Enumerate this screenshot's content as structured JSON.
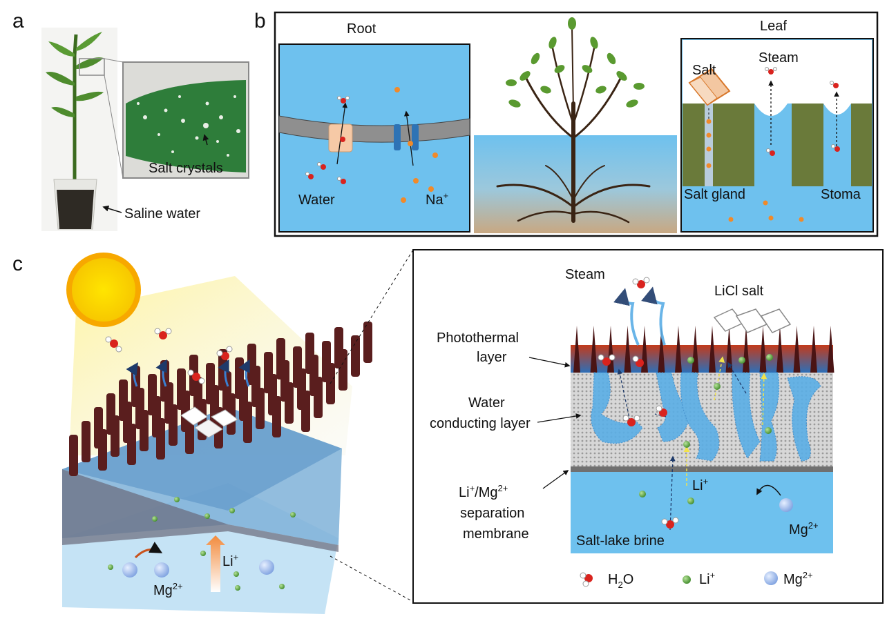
{
  "panels": {
    "a": {
      "letter": "a",
      "zoom_label": "Salt crystals",
      "pot_label": "Saline water"
    },
    "b": {
      "letter": "b",
      "root_title": "Root",
      "leaf_title": "Leaf",
      "water": "Water",
      "na_main": "Na",
      "na_sup": "+",
      "salt": "Salt",
      "steam": "Steam",
      "salt_gland": "Salt gland",
      "stoma": "Stoma"
    },
    "c": {
      "letter": "c",
      "li_main": "Li",
      "li_sup": "+",
      "mg_main": "Mg",
      "mg_sup": "2+",
      "detail": {
        "steam": "Steam",
        "licl": "LiCl salt",
        "photothermal_1": "Photothermal",
        "photothermal_2": "layer",
        "water_cond_1": "Water",
        "water_cond_2": "conducting layer",
        "sep_1a": "Li",
        "sep_1b": "+",
        "sep_1c": "/Mg",
        "sep_1d": "2+",
        "sep_2": "separation",
        "sep_3": "membrane",
        "brine": "Salt-lake brine",
        "li_main": "Li",
        "li_sup": "+",
        "mg_main": "Mg",
        "mg_sup": "2+"
      },
      "legend": {
        "h2o_a": "H",
        "h2o_b": "2",
        "h2o_c": "O",
        "li_main": "Li",
        "li_sup": "+",
        "mg_main": "Mg",
        "mg_sup": "2+"
      }
    }
  },
  "colors": {
    "water_blue": "#6ec1ee",
    "leaf_green": "#6a7a3a",
    "soil_tan": "#c8a882",
    "pillar_brown": "#5a1e1e",
    "li_green": "#5aa03a",
    "mg_blue": "#9ab8ea",
    "na_orange": "#f08a2a"
  }
}
